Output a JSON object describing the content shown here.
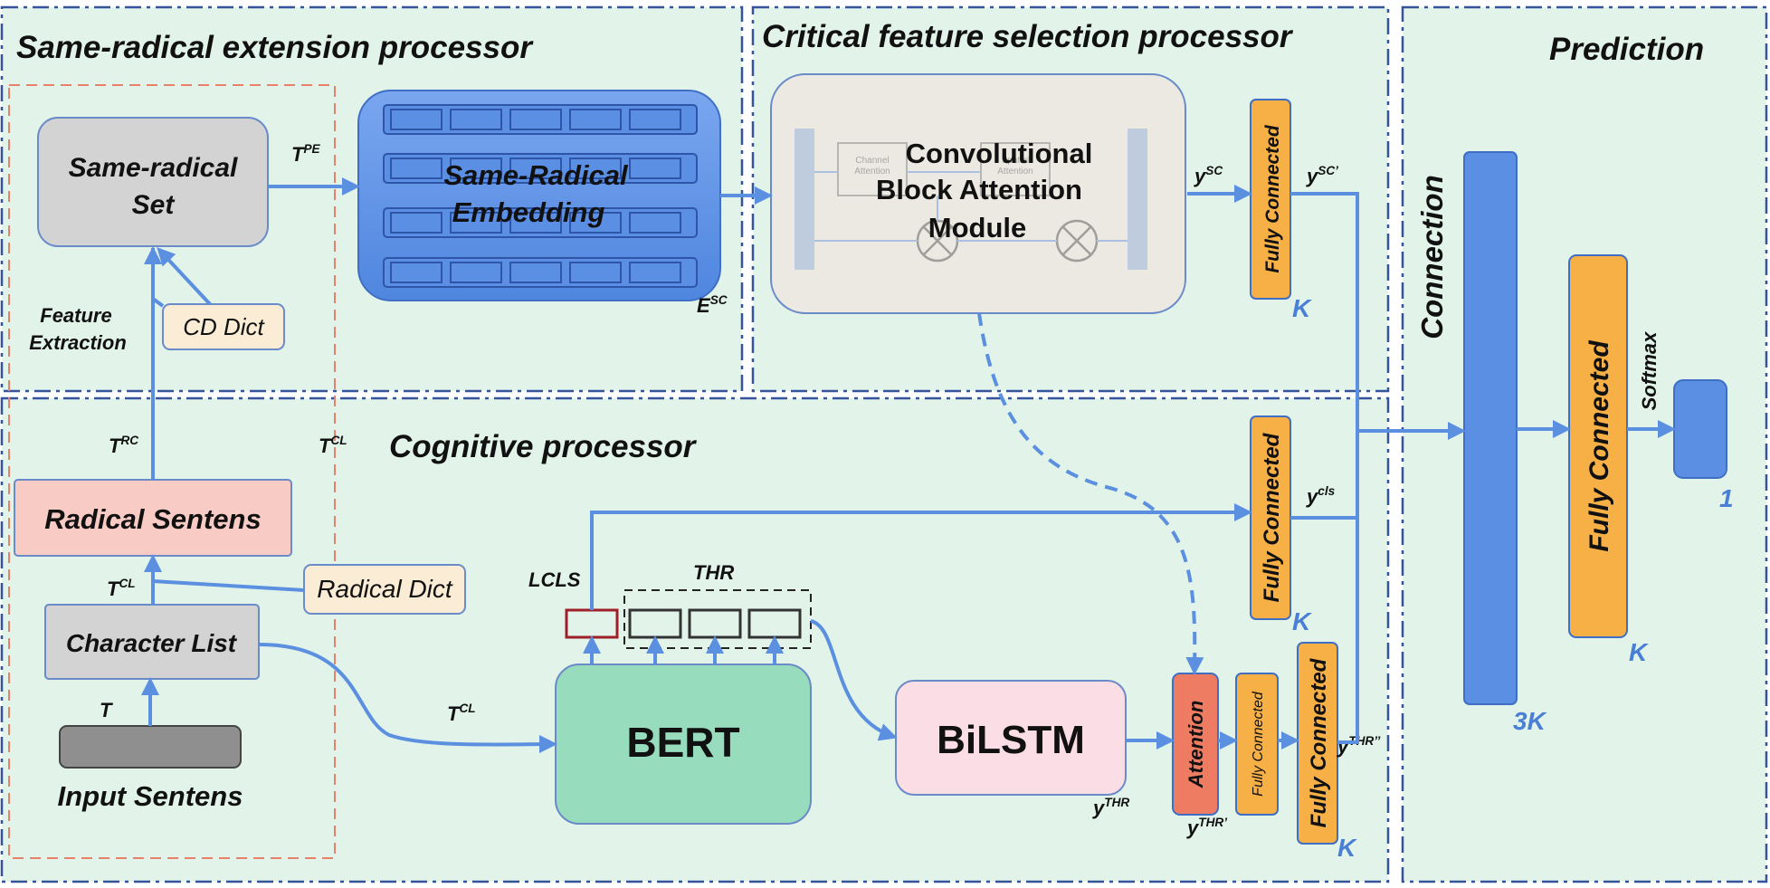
{
  "colors": {
    "panel_bg": "#e2f3ea",
    "panel_border": "#34539a",
    "arrow": "#5b8fdf",
    "orange_box": "#f7b045",
    "blue_box": "#5b8fe3",
    "bert": "#96dcbd",
    "bilstm": "#fbdde6",
    "attention": "#ee7c63",
    "radical_sentens": "#f8ccc4",
    "gray_box": "#d3d3d3",
    "dict_box": "#fbecd6",
    "k_label": "#4a7fd6",
    "dashed_feature_box": "#e8806a"
  },
  "panels": {
    "same_radical": "Same-radical extension processor",
    "critical": "Critical feature selection processor",
    "prediction": "Prediction",
    "cognitive": "Cognitive processor"
  },
  "nodes": {
    "same_radical_set_1": "Same-radical",
    "same_radical_set_2": "Set",
    "cd_dict": "CD Dict",
    "feature_extraction_1": "Feature",
    "feature_extraction_2": "Extraction",
    "embedding_1": "Same-Radical",
    "embedding_2": "Embedding",
    "cbam_1": "Convolutional",
    "cbam_2": "Block Attention",
    "cbam_3": "Module",
    "cbam_inner_1": "Channel",
    "cbam_inner_1b": "Attention",
    "cbam_inner_2": "Spatial",
    "cbam_inner_2b": "Attention",
    "fully_connected": "Fully Connected",
    "connection": "Connection",
    "softmax": "Softmax",
    "radical_sentens": "Radical Sentens",
    "radical_dict": "Radical Dict",
    "character_list": "Character List",
    "input_sentens": "Input Sentens",
    "bert": "BERT",
    "bilstm": "BiLSTM",
    "attention": "Attention",
    "lcls": "LCLS",
    "thr": "THR"
  },
  "labels": {
    "T": "T",
    "PE": "PE",
    "RC": "RC",
    "CL": "CL",
    "E": "E",
    "SC": "SC",
    "y": "y",
    "sc_prime": "SC’",
    "cls": "cls",
    "thr": "THR",
    "thr_prime": "THR’",
    "thr_double": "THR’’",
    "K": "K",
    "3K": "3K",
    "1": "1"
  }
}
